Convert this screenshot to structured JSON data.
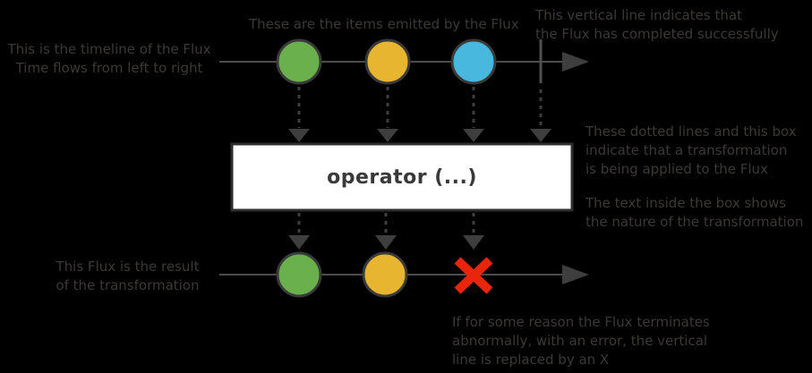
{
  "colors": {
    "background": "#000000",
    "annotation_text": "#3c3935",
    "timeline_line": "#4b4b4b",
    "arrow_fill": "#3e3e3e",
    "dotted_line": "#3e3e3e",
    "circle_border": "#3a3a3a",
    "item_green": "#6ab04c",
    "item_yellow": "#e7b52f",
    "item_blue": "#49b8df",
    "complete_bar": "#4f4f4f",
    "error_red": "#e9250c",
    "box_bg": "#ffffff",
    "box_border": "#2e2e2e",
    "box_text": "#393939"
  },
  "annotations": {
    "timeline": [
      "This is the timeline of the Flux",
      "Time flows from left to right"
    ],
    "items": "These are the items emitted by the Flux",
    "complete": [
      "This vertical line indicates that",
      "the Flux has completed successfully"
    ],
    "transform": [
      "These dotted lines and this box",
      "indicate that a transformation",
      "is being applied to the Flux"
    ],
    "boxtext": [
      "The text inside the box shows",
      "the nature of the transformation"
    ],
    "result": [
      "This Flux is the result",
      "of the transformation"
    ],
    "error": [
      "If for some reason the Flux terminates",
      "abnormally, with an error, the vertical",
      "line is replaced by an X"
    ]
  },
  "operator_box": {
    "label": "operator (...)"
  }
}
